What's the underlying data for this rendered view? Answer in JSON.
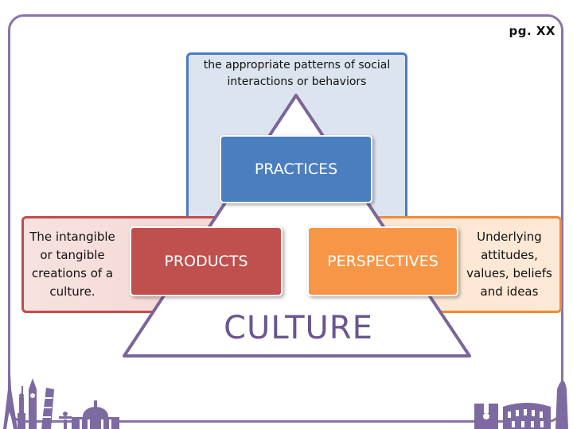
{
  "page": {
    "number_label": "pg. XX"
  },
  "diagram": {
    "top_description": "the appropriate patterns of social interactions or behaviors",
    "left_description": "The intangible or tangible creations of a culture.",
    "right_description": "Underlying attitudes, values, beliefs and ideas",
    "practices_label": "PRACTICES",
    "products_label": "PRODUCTS",
    "perspectives_label": "PERSPECTIVES",
    "center_label": "CULTURE"
  },
  "colors": {
    "frame": "#8a73a8",
    "practices": "#4a7ebf",
    "products": "#c0504d",
    "perspectives": "#f79646",
    "culture_text": "#6a5590",
    "triangle_stroke": "#7b6598"
  },
  "decorations": {
    "left_skyline_icons": [
      "eiffel-tower-icon",
      "statue-of-liberty-icon",
      "big-ben-icon",
      "leaning-tower-icon",
      "capitol-dome-icon",
      "christ-redeemer-icon"
    ],
    "right_skyline_icons": [
      "notre-dame-icon",
      "colosseum-icon",
      "skyscraper-icon"
    ]
  }
}
